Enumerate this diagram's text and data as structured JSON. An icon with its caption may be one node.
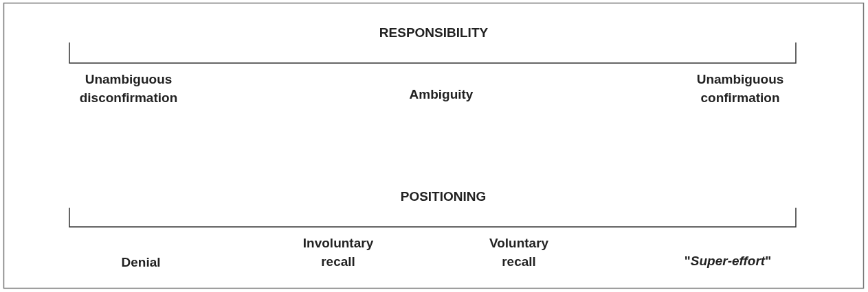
{
  "diagram": {
    "labels": [
      "RESPONSIBILITY",
      "Unambiguous disconfirmation",
      "Ambiguity",
      "Unambiguous confirmation",
      "POSITIONING",
      "Denial",
      "Involuntary recall",
      "Voluntary recall",
      "\"*Super-effort*\""
    ]
  }
}
